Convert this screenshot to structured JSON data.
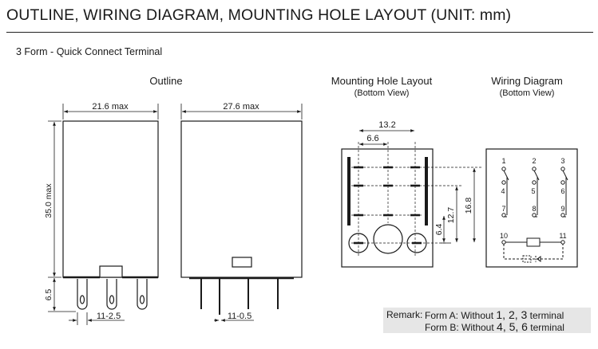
{
  "title": "OUTLINE, WIRING DIAGRAM, MOUNTING HOLE LAYOUT (UNIT: mm)",
  "subtitle": "3 Form  - Quick Connect  Terminal",
  "sections": {
    "outline": {
      "caption": "Outline"
    },
    "mounting": {
      "caption": "Mounting Hole Layout",
      "view": "(Bottom View)"
    },
    "wiring": {
      "caption": "Wiring Diagram",
      "view": "(Bottom View)"
    }
  },
  "dimensions": {
    "front_width": "21.6 max",
    "side_width": "27.6 max",
    "height": "35.0 max",
    "terminal_length": "6.5",
    "front_terminal": "11-2.5",
    "side_terminal": "11-0.5",
    "hole_span": "13.2",
    "hole_pitch": "6.6",
    "hole_y1": "16.8",
    "hole_y2": "12.7",
    "hole_y3": "6.4"
  },
  "terminals": [
    "1",
    "2",
    "3",
    "4",
    "5",
    "6",
    "7",
    "8",
    "9",
    "10",
    "11"
  ],
  "remark": {
    "label": "Remark:",
    "form_a_prefix": "Form A: Without",
    "form_a_numbers": "1, 2, 3",
    "form_b_prefix": "Form B: Without",
    "form_b_numbers": "4, 5, 6",
    "suffix": "terminal"
  }
}
